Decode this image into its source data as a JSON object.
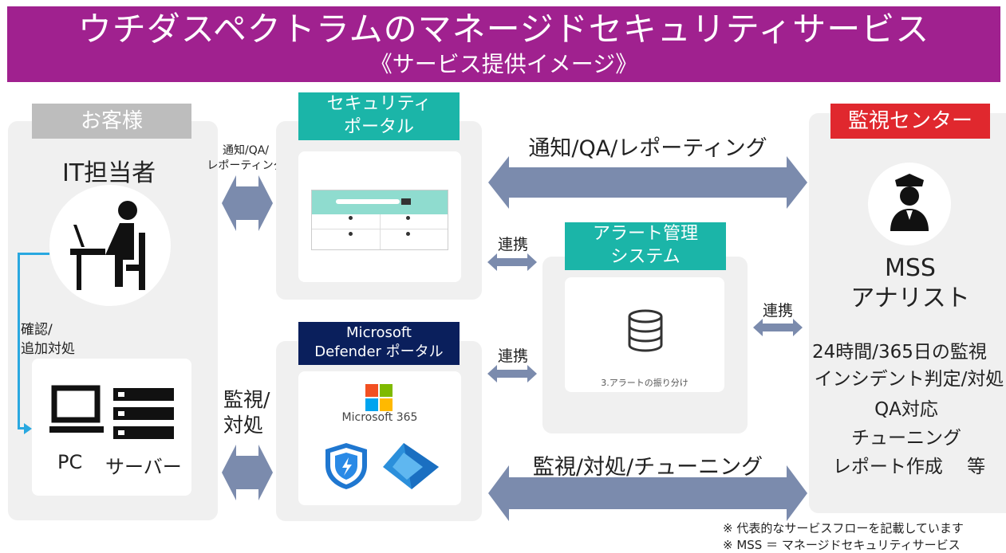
{
  "header": {
    "title": "ウチダスペクトラムのマネージドセキュリティサービス",
    "subtitle": "《サービス提供イメージ》"
  },
  "customer": {
    "label": "お客様",
    "it_staff": "IT担当者",
    "confirm": "確認/\n追加対処",
    "pc": "PC",
    "server": "サーバー"
  },
  "flows": {
    "notify_small": "通知/QA/\nレポーティング",
    "notify_large": "通知/QA/レポーティング",
    "monitor_small": "監視/\n対処",
    "monitor_large": "監視/対処/チューニング",
    "link1": "連携",
    "link2": "連携",
    "link3": "連携"
  },
  "security_portal": {
    "label": "セキュリティ\nポータル"
  },
  "defender_portal": {
    "label": "Microsoft\nDefender ポータル",
    "m365": "Microsoft 365"
  },
  "alert_system": {
    "label": "アラート管理\nシステム",
    "caption": "3.アラートの振り分け"
  },
  "monitoring_center": {
    "label": "監視センター",
    "analyst": "MSS\nアナリスト",
    "services": [
      "24時間/365日の監視",
      "インシデント判定/対処",
      "QA対応",
      "チューニング",
      "レポート作成　 等"
    ]
  },
  "footnotes": {
    "note1": "※ 代表的なサービスフローを記載しています",
    "note2": "※ MSS ＝ マネージドセキュリティサービス"
  },
  "colors": {
    "banner": "#a0218f",
    "teal": "#1bb5a8",
    "navy": "#0a1f5c",
    "red": "#e0282e",
    "arrow": "#7b8bad",
    "connector": "#29a8e0"
  }
}
